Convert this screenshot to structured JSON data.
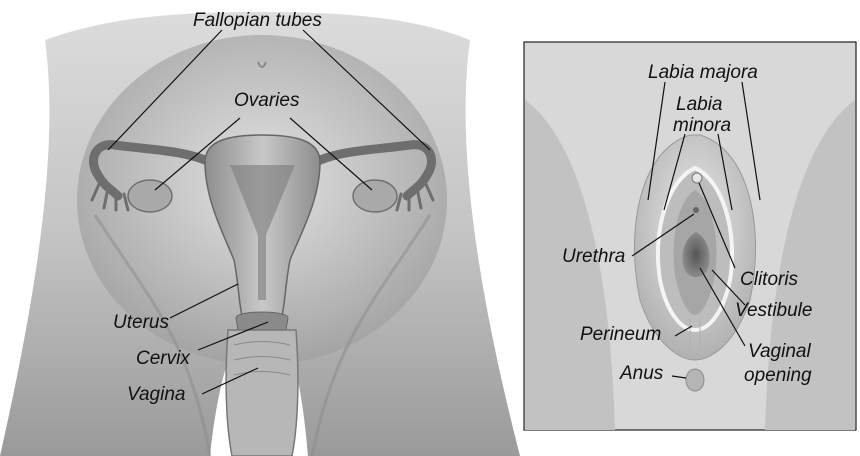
{
  "left_panel": {
    "labels": {
      "fallopian_tubes": "Fallopian tubes",
      "ovaries": "Ovaries",
      "uterus": "Uterus",
      "cervix": "Cervix",
      "vagina": "Vagina"
    }
  },
  "right_panel": {
    "labels": {
      "labia_majora": "Labia majora",
      "labia_minora_line1": "Labia",
      "labia_minora_line2": "minora",
      "urethra": "Urethra",
      "clitoris": "Clitoris",
      "vestibule": "Vestibule",
      "perineum": "Perineum",
      "vaginal_opening_line1": "Vaginal",
      "vaginal_opening_line2": "opening",
      "anus": "Anus"
    }
  }
}
